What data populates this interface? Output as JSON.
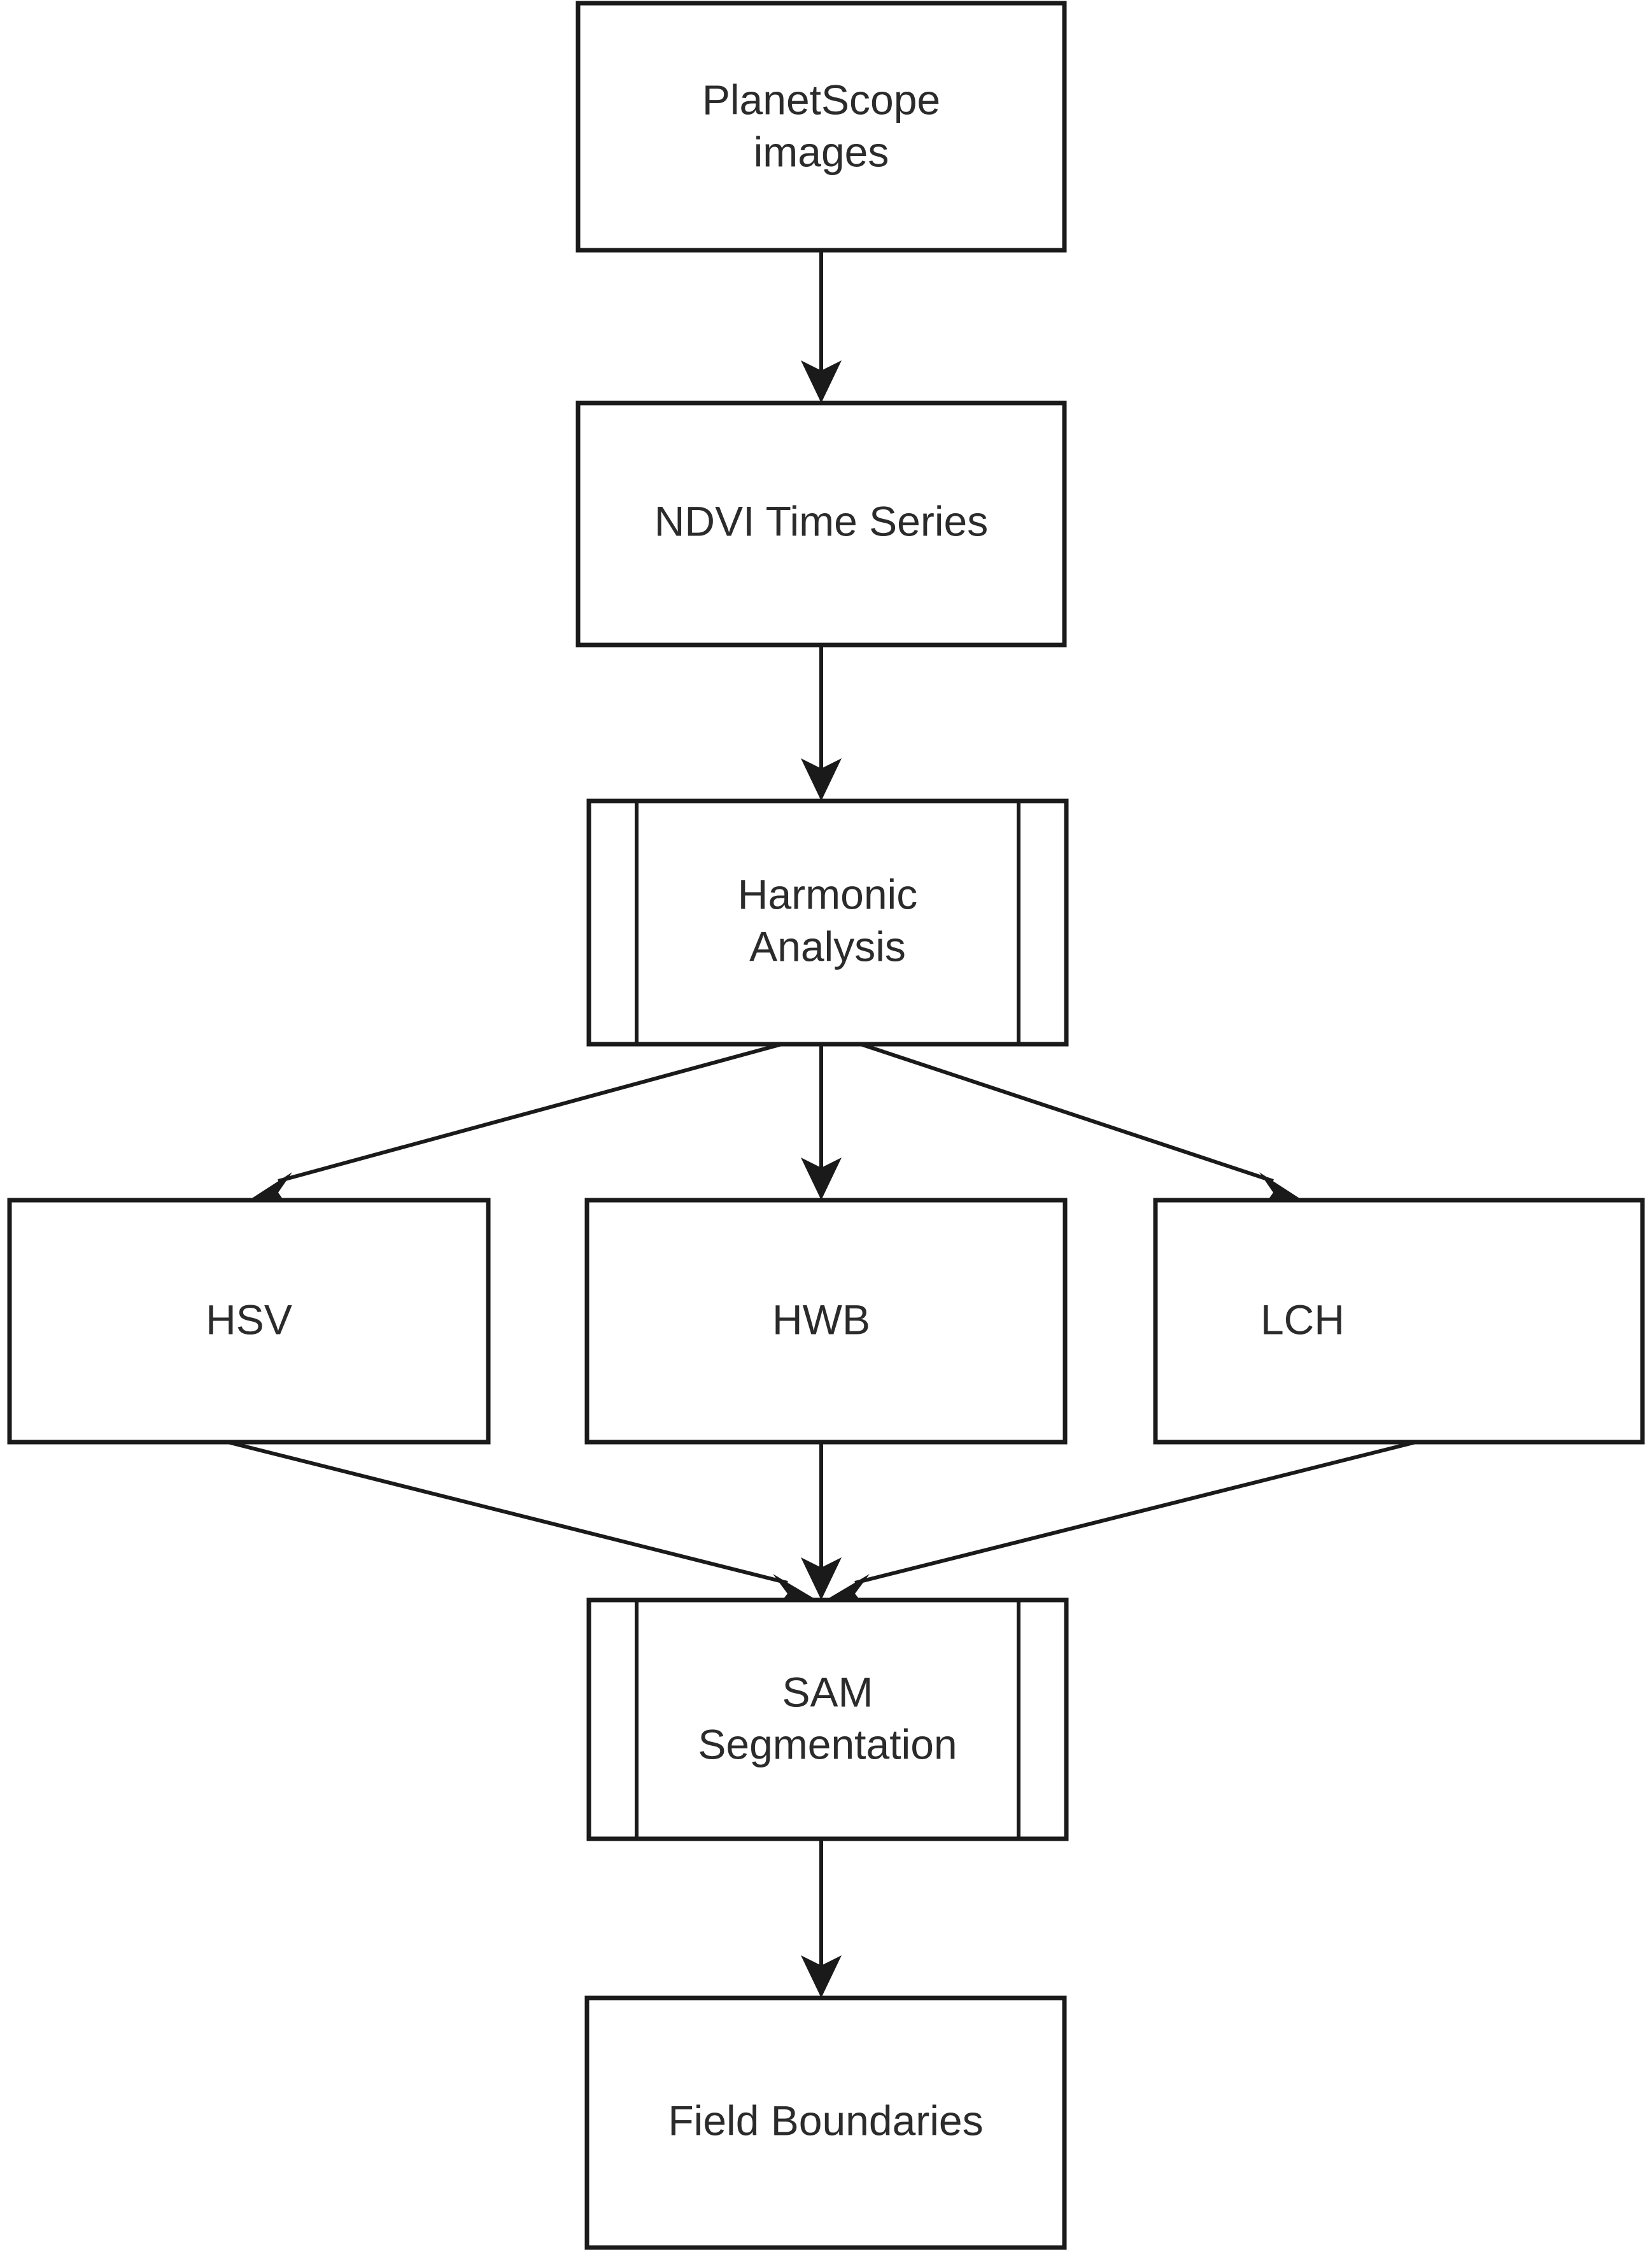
{
  "diagram": {
    "type": "flowchart",
    "orientation": "top-to-bottom",
    "background_color": "#ffffff",
    "line_color": "#1a1a1a",
    "text_color": "#2b2b2b",
    "nodes": [
      {
        "id": "planetscope",
        "shape": "rectangle",
        "label_line1": "PlanetScope",
        "label_line2": "images"
      },
      {
        "id": "ndvi",
        "shape": "rectangle",
        "label_line1": "NDVI Time Series",
        "label_line2": ""
      },
      {
        "id": "harmonic",
        "shape": "subroutine",
        "label_line1": "Harmonic",
        "label_line2": "Analysis"
      },
      {
        "id": "hsv",
        "shape": "rectangle",
        "label_line1": "HSV",
        "label_line2": ""
      },
      {
        "id": "hwb",
        "shape": "rectangle",
        "label_line1": "HWB",
        "label_line2": ""
      },
      {
        "id": "lch",
        "shape": "rectangle",
        "label_line1": "LCH",
        "label_line2": ""
      },
      {
        "id": "sam",
        "shape": "subroutine",
        "label_line1": "SAM",
        "label_line2": "Segmentation"
      },
      {
        "id": "field",
        "shape": "rectangle",
        "label_line1": "Field Boundaries",
        "label_line2": ""
      }
    ],
    "edges": [
      {
        "id": "e1",
        "from": "planetscope",
        "to": "ndvi",
        "style": "solid",
        "arrowhead": "filled-triangle"
      },
      {
        "id": "e2",
        "from": "ndvi",
        "to": "harmonic",
        "style": "solid",
        "arrowhead": "filled-triangle"
      },
      {
        "id": "e3",
        "from": "harmonic",
        "to": "hsv",
        "style": "solid",
        "arrowhead": "filled-triangle"
      },
      {
        "id": "e4",
        "from": "harmonic",
        "to": "hwb",
        "style": "solid",
        "arrowhead": "filled-triangle"
      },
      {
        "id": "e5",
        "from": "harmonic",
        "to": "lch",
        "style": "solid",
        "arrowhead": "filled-triangle"
      },
      {
        "id": "e6",
        "from": "hsv",
        "to": "sam",
        "style": "solid",
        "arrowhead": "filled-triangle"
      },
      {
        "id": "e7",
        "from": "hwb",
        "to": "sam",
        "style": "solid",
        "arrowhead": "filled-triangle"
      },
      {
        "id": "e8",
        "from": "lch",
        "to": "sam",
        "style": "solid",
        "arrowhead": "filled-triangle"
      },
      {
        "id": "e9",
        "from": "sam",
        "to": "field",
        "style": "solid",
        "arrowhead": "filled-triangle"
      }
    ]
  }
}
